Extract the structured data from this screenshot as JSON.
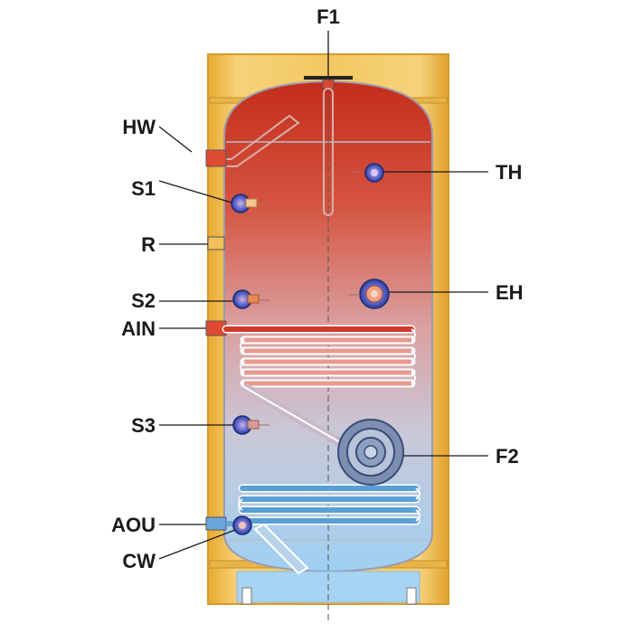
{
  "labels": {
    "f1": "F1",
    "hw": "HW",
    "s1": "S1",
    "r": "R",
    "s2": "S2",
    "ain": "AIN",
    "s3": "S3",
    "aou": "AOU",
    "cw": "CW",
    "th": "TH",
    "eh": "EH",
    "f2": "F2"
  },
  "colors": {
    "insulation": "#f2c24a",
    "insulation_edge": "#e0a32a",
    "hot": "#c8321f",
    "cold": "#a9d3f0",
    "coil_cold": "#4f94d0",
    "port": "#2a3f9e"
  }
}
